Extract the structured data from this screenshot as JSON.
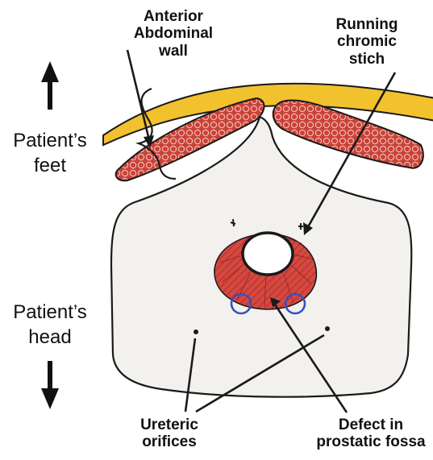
{
  "labels": {
    "anterior_abdominal_wall": [
      "Anterior",
      "Abdominal",
      "wall"
    ],
    "running_chromic_stich": [
      "Running",
      "chromic",
      "stich"
    ],
    "patients_feet": [
      "Patient’s",
      "feet"
    ],
    "patients_head": [
      "Patient’s",
      "head"
    ],
    "ureteric_orifices": [
      "Ureteric",
      "orifices"
    ],
    "defect_in_prostatic_fossa": [
      "Defect in",
      "prostatic fossa"
    ]
  },
  "icons": {
    "up_arrow": "arrow-up-icon",
    "down_arrow": "arrow-down-icon"
  },
  "colors": {
    "fascia_yellow": "#f2c12e",
    "muscle_red": "#c9413a",
    "bladder_fill": "#f3f1ee",
    "outline": "#1a1a1a",
    "orifice_circle_blue": "#3a4ec0"
  }
}
